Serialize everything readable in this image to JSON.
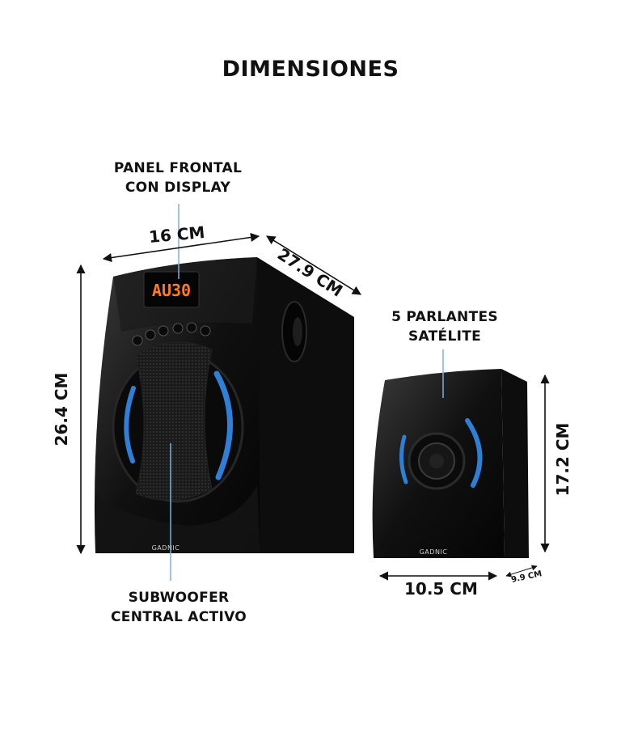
{
  "title": "DIMENSIONES",
  "labels": {
    "front_panel_line1": "PANEL FRONTAL",
    "front_panel_line2": "CON DISPLAY",
    "satellite_line1": "5 PARLANTES",
    "satellite_line2": "SATÉLITE",
    "subwoofer_line1": "SUBWOOFER",
    "subwoofer_line2": "CENTRAL ACTIVO"
  },
  "dimensions": {
    "sub_width": "16 CM",
    "sub_depth": "27.9 CM",
    "sub_height": "26.4 CM",
    "sat_width": "10.5 CM",
    "sat_depth": "9.9 CM",
    "sat_height": "17.2 CM"
  },
  "display_text": "AU30",
  "brand": "GADNIC",
  "colors": {
    "accent_blue": "#2f7fd6",
    "display_orange": "#ff7a1a",
    "leader_line": "#7fb0dc"
  }
}
